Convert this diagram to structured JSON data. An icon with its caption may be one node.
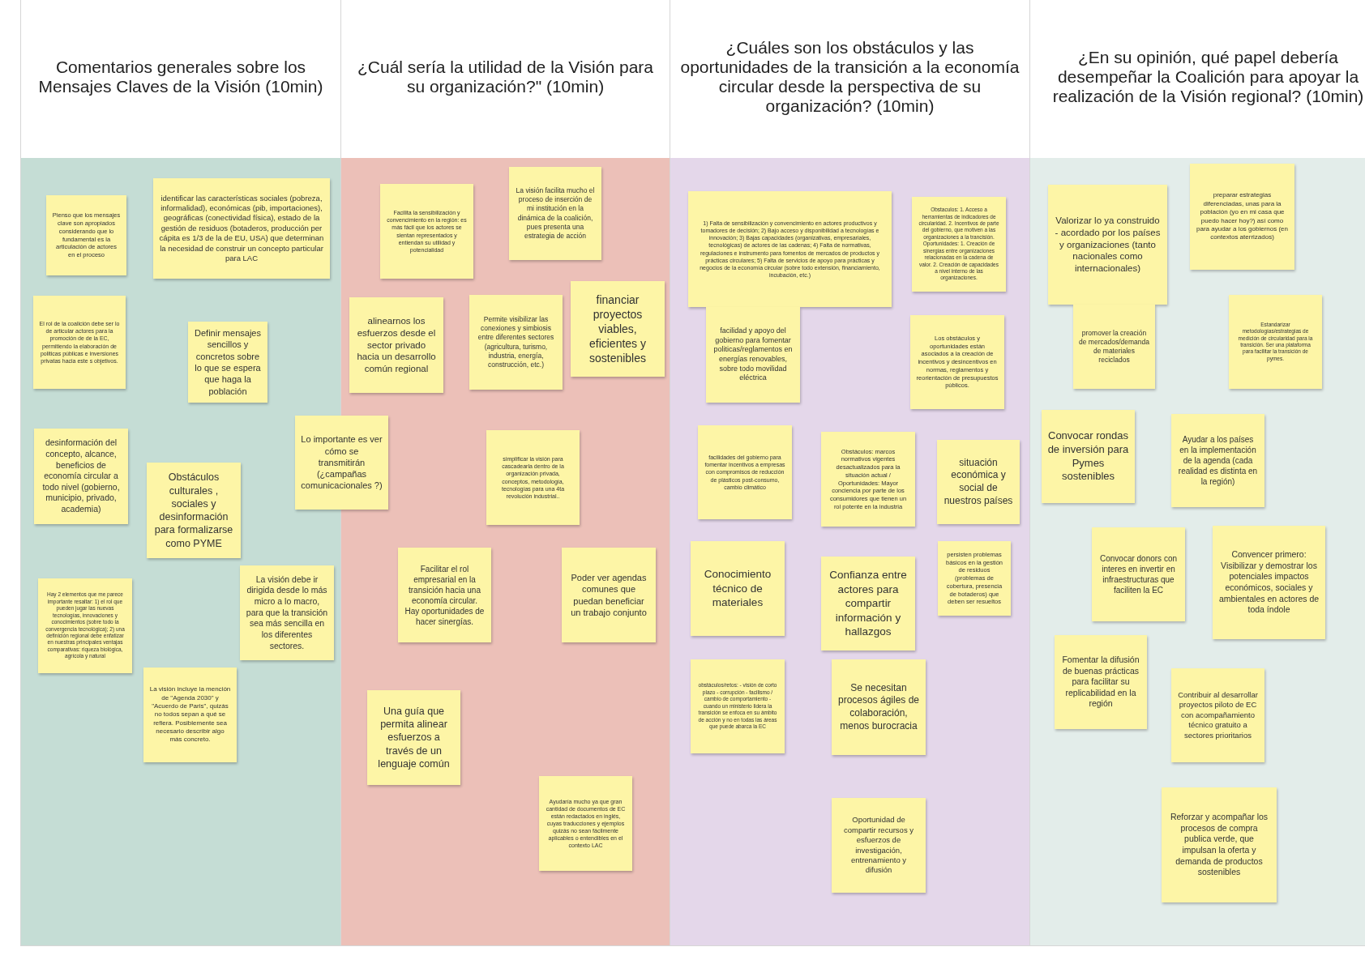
{
  "diagram": {
    "nodes": [
      {
        "text": [
          "Comentarios generales sobre los Mensajes Claves de la Visión (10min)"
        ]
      },
      {
        "text": [
          "Pienso que los mensajes clave son apropiados considerando que lo fundamental es la articulación de actores en el proceso"
        ],
        "in": 0
      },
      {
        "text": [
          "identificar las características sociales (pobreza, informalidad), económicas (pib, importaciones), geográficas (conectividad física), estado de la gestión de residuos (botaderos, producción per cápita es 1/3 de la de EU, USA) que determinan la necesidad de construir un concepto particular para LAC"
        ],
        "in": 0
      },
      {
        "text": [
          "El rol de la coalición debe ser lo de articular actores para la promoción de de la EC, permitiendo la elaboración de politicas públicas e inversiones privatas hacia este s objetivos."
        ],
        "in": 0
      },
      {
        "text": [
          "Definir mensajes sencillos y concretos sobre lo que se espera que haga la población"
        ],
        "in": 0
      },
      {
        "text": [
          "desinformación del concepto, alcance, beneficios de economía circular a todo nivel (gobierno, municipio, privado, academia)"
        ],
        "in": 0
      },
      {
        "text": [
          "Obstáculos culturales , sociales y desinformación para formalizarse como PYME"
        ],
        "in": 0
      },
      {
        "text": [
          "Hay 2 elementos que me parece importante resaltar: 1) el rol que pueden jugar las nuevas tecnologías, innovaciones y conocimientos (sobre todo la convergencia tecnológica); 2) una definición regional debe enfatizar en nuestras principales ventajas comparativas: riqueza biológica, agrícola y natural"
        ],
        "in": 0
      },
      {
        "text": [
          "La visión debe ir dirigida desde lo más micro a lo macro, para que la transición sea más sencilla en los diferentes sectores."
        ],
        "in": 0
      },
      {
        "text": [
          "La visión incluye la mención de \"Agenda 2030\" y \"Acuerdo de Paris\", quizás no todos sepan a qué se refiera. Posiblemente sea necesario describir algo más concreto."
        ],
        "in": 0
      },
      {
        "text": [
          "Lo importante es ver cómo se transmitirán (¿campañas comunicacionales ?)"
        ]
      },
      {
        "text": [
          "¿Cuál sería la utilidad de la Visión para su organización?\" (10min)"
        ]
      },
      {
        "text": [
          "Facilita la sensibilización y convencimiento en la región: es más fácil que los actores se sientan representados y entiendan su utilidad y potencialidad"
        ],
        "in": 11
      },
      {
        "text": [
          "La visión facilita mucho el proceso de inserción de mi institución en la dinámica de la coalición, pues presenta una estrategia de acción"
        ],
        "in": 11
      },
      {
        "text": [
          "alinearnos los esfuerzos desde el sector privado hacia un desarrollo común regional"
        ],
        "in": 11
      },
      {
        "text": [
          "Permite visibilizar las conexiones y simbiosis entre diferentes sectores (agricultura, turismo, industria, energía, construcción, etc.)"
        ],
        "in": 11
      },
      {
        "text": [
          "financiar proyectos viables, eficientes y sostenibles"
        ],
        "in": 11
      },
      {
        "text": [
          "simplificar la visión para cascadearla dentro de la organización privada, conceptos, metodología, tecnologías para una 4ta revolución industrial.."
        ],
        "in": 11
      },
      {
        "text": [
          "Facilitar el rol empresarial en la transición hacia una economía circular. Hay oportunidades de hacer sinergías."
        ],
        "in": 11
      },
      {
        "text": [
          "Poder ver agendas comunes que puedan beneficiar un trabajo conjunto"
        ],
        "in": 11
      },
      {
        "text": [
          "Una guía que permita alinear esfuerzos a través de un lenguaje común"
        ],
        "in": 11
      },
      {
        "text": [
          "Ayudaría mucho ya que gran cantidad de documentos de EC están redactados en inglés, cuyas traducciones y ejemplos quizás no sean fácilmente aplicables o entendibles en el contexto LAC"
        ],
        "in": 11
      },
      {
        "text": [
          "¿Cuáles son los obstáculos y las oportunidades de la transición a la economía circular desde la perspectiva de su organización? (10min)"
        ]
      },
      {
        "text": [
          "1) Falta de sensibilización y convencimiento en actores productivos y tomadores de decisión; 2) Bajo acceso y disponibilidad a tecnologías e innovación; 3) Bajas capacidades (organizativas, empresariales, tecnológicas) de actores de las cadenas; 4) Falta de normativas, regulaciones e instrumento para fomentos de mercados de productos y prácticas circulares; 5) Falta de servicios de apoyo para prácticas y negocios de la economía circular (sobre todo extensión, financiamiento, incubación, etc.)"
        ],
        "in": 22
      },
      {
        "text": [
          "Obstaculos: 1. Acceso a herramientas de indicadores de circularidad. 2. Incentivos de parte del gobierno, que motiven a las organizaciones a la trancisión. Oportunidades: 1. Creación de sinergias entre organizaciones relacionadas en la cadena de valor. 2. Creación de capacidades a nivel interno de las organizaciones."
        ],
        "in": 22
      },
      {
        "text": [
          "facilidad y apoyo del gobierno para fomentar politicas/reglamentos en energías renovables, sobre todo movilidad eléctrica"
        ],
        "in": 22
      },
      {
        "text": [
          "Los obstáculos y oportunidades están asociados a la creación de incentivos y desincentivos en normas, reglamentos y reorientación de presupuestos públicos."
        ],
        "in": 22
      },
      {
        "text": [
          "facilidades del gobierno para fomentar incentivos a empresas con compromisos de reducción de plásticos post-consumo, cambio climático"
        ],
        "in": 22
      },
      {
        "text": [
          "Obstáculos: marcos normativos vigentes desactualizados para la situación actual / Oportunidades: Mayor conciencia por parte de los consumidores que tienen un rol potente en la industria"
        ],
        "in": 22
      },
      {
        "text": [
          "situación económica y social de nuestros países"
        ],
        "in": 22
      },
      {
        "text": [
          "Conocimiento técnico de materiales"
        ],
        "in": 22
      },
      {
        "text": [
          "Confianza entre actores para compartir información y hallazgos"
        ],
        "in": 22
      },
      {
        "text": [
          "persisten problemas básicos en la gestión de residuos (problemas de cobertura, presencia de botaderos) que deben ser resueltos"
        ],
        "in": 22
      },
      {
        "text": [
          "obstáculos/retos: - visión de corto plazo - corrupción - facilismo / cambio de comportamiento - cuando un ministerio lidera la transición se enfoca en su ámbito de acción y no en todas las áreas que puede abarca la EC"
        ],
        "in": 22
      },
      {
        "text": [
          "Se necesitan procesos ágiles de colaboración, menos burocracia"
        ],
        "in": 22
      },
      {
        "text": [
          "Oportunidad de compartir recursos y esfuerzos de investigación, entrenamiento y difusión"
        ],
        "in": 22
      },
      {
        "text": [
          "¿En su opinión, qué papel debería desempeñar la Coalición para apoyar la realización de la Visión regional? (10min)"
        ]
      },
      {
        "text": [
          "Valorizar lo ya construido - acordado por los países y organizaciones (tanto nacionales como internacionales)"
        ],
        "in": 36
      },
      {
        "text": [
          "preparar estrategias diferenciadas, unas para la población (yo en mi casa que puedo hacer hoy?) así como para ayudar a los gobiernos (en contextos aterrizados)"
        ],
        "in": 36
      },
      {
        "text": [
          "promover la creación de mercados/demanda de materiales reciclados"
        ],
        "in": 36
      },
      {
        "text": [
          "Estandarizar metodologías/estrategias de medición de circularidad para la transición. Ser una plataforma para facilitar la transición de pymes."
        ],
        "in": 36
      },
      {
        "text": [
          "Convocar rondas de inversión para Pymes sostenibles"
        ],
        "in": 36
      },
      {
        "text": [
          "Ayudar a los países en la implementación de la agenda (cada realidad es distinta en la región)"
        ],
        "in": 36
      },
      {
        "text": [
          "Convocar donors con interes en invertir en infraestructuras que faciliten la EC"
        ],
        "in": 36
      },
      {
        "text": [
          "Convencer primero: Visibilizar y demostrar los potenciales impactos económicos, sociales y ambientales en actores de toda índole"
        ],
        "in": 36
      },
      {
        "text": [
          "Fomentar la difusión de buenas prácticas para facilitar su replicabilidad en la región"
        ],
        "in": 36
      },
      {
        "text": [
          "Contribuir al desarrollar proyectos piloto de EC con acompañamiento técnico gratuito a sectores prioritarios"
        ],
        "in": 36
      },
      {
        "text": [
          "Reforzar y acompañar los procesos de compra publica verde, que impulsan la oferta y demanda de productos sostenibles"
        ],
        "in": 36
      }
    ]
  }
}
